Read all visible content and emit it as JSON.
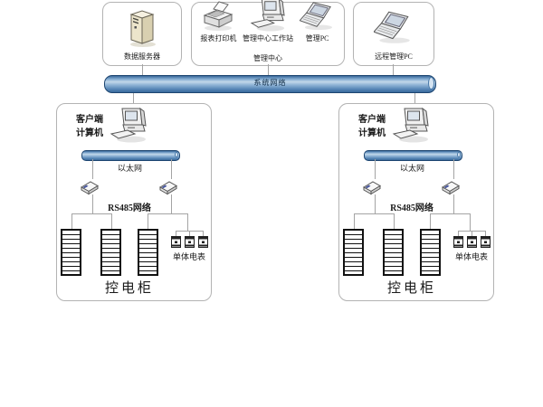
{
  "colors": {
    "network_bar_fill": "#5e8cba",
    "network_bar_border": "#1d4570",
    "connector_line": "#a4a4a4",
    "node_box_border": "#b3b3b3",
    "cabinet_border": "#111111",
    "text": "#1a1a1a"
  },
  "top_row": {
    "server_box": {
      "label": "数据服务器",
      "icon": "server-tower-icon"
    },
    "management_box": {
      "caption": "管理中心",
      "items": [
        {
          "label": "报表打印机",
          "icon": "printer-icon"
        },
        {
          "label": "管理中心工作站",
          "icon": "desktop-computer-icon"
        },
        {
          "label": "管理PC",
          "icon": "laptop-icon"
        }
      ]
    },
    "remote_box": {
      "label": "远程管理PC",
      "icon": "laptop-icon"
    }
  },
  "system_network_bar": {
    "label": "系统网络"
  },
  "cluster": {
    "instance_count": 2,
    "client_label_line1": "客户端",
    "client_label_line2": "计算机",
    "ethernet_bar_label": "以太网",
    "rs485_label": "RS485网络",
    "meters_label": "单体电表",
    "cabinets_label": "控电柜",
    "cabinet_count": 3,
    "meter_count": 3
  }
}
